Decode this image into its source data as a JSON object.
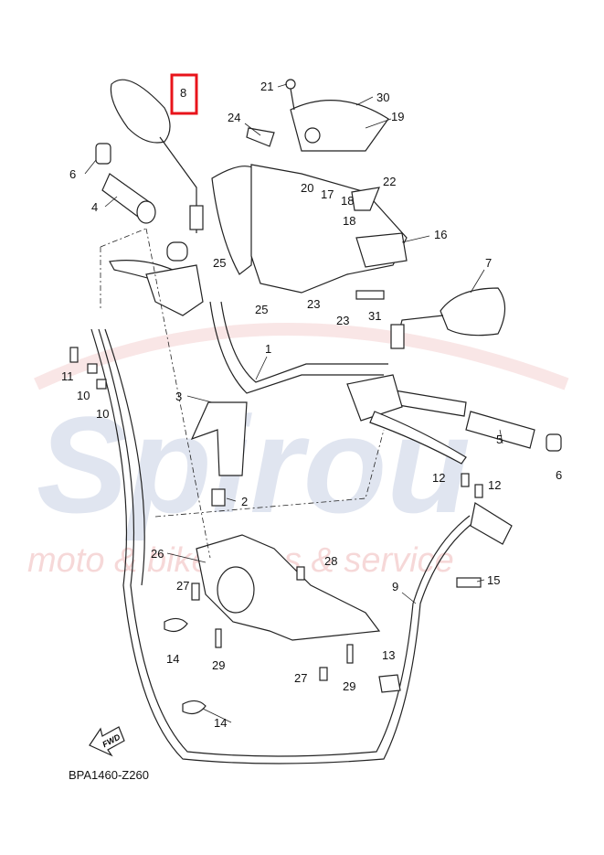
{
  "diagram": {
    "code": "BPA1460-Z260",
    "fwd_label": "FWD",
    "highlighted_part": "8",
    "highlight_color": "#e8141b",
    "watermark": {
      "brand": "Spirou",
      "tagline": "moto & bike sales & service"
    },
    "callouts": [
      "8",
      "21",
      "30",
      "24",
      "19",
      "6",
      "4",
      "20",
      "17",
      "18",
      "22",
      "18",
      "16",
      "7",
      "25",
      "25",
      "23",
      "23",
      "31",
      "1",
      "11",
      "10",
      "10",
      "3",
      "2",
      "5",
      "6",
      "12",
      "12",
      "26",
      "28",
      "27",
      "9",
      "15",
      "14",
      "29",
      "13",
      "27",
      "29",
      "14"
    ]
  }
}
